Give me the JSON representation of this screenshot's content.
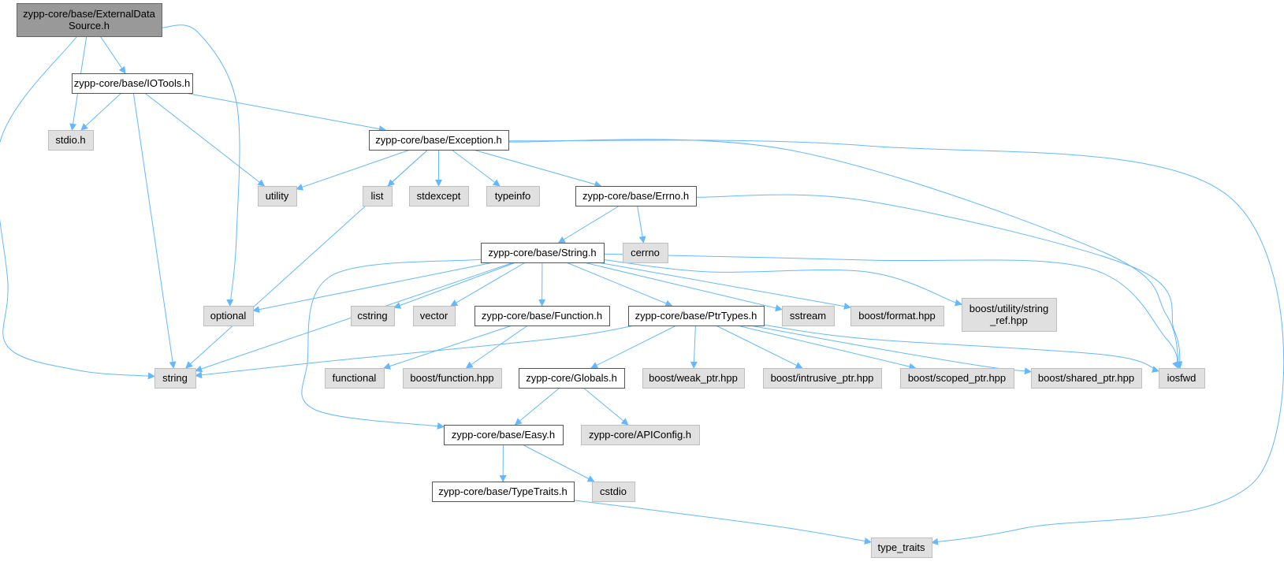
{
  "colors": {
    "root_fill": "#999999",
    "root_stroke": "#666666",
    "project_fill": "#ffffff",
    "project_stroke": "#555555",
    "system_fill": "#e0e0e0",
    "system_stroke": "#bfbfbf",
    "edge": "#63b8ff"
  },
  "nodes": {
    "external_data_source": {
      "kind": "root",
      "lines": [
        "zypp-core/base/ExternalData",
        "Source.h"
      ]
    },
    "iotools": {
      "kind": "project",
      "lines": [
        "zypp-core/base/IOTools.h"
      ]
    },
    "stdio_h": {
      "kind": "system",
      "lines": [
        "stdio.h"
      ]
    },
    "exception": {
      "kind": "project",
      "lines": [
        "zypp-core/base/Exception.h"
      ]
    },
    "utility": {
      "kind": "system",
      "lines": [
        "utility"
      ]
    },
    "list": {
      "kind": "system",
      "lines": [
        "list"
      ]
    },
    "stdexcept": {
      "kind": "system",
      "lines": [
        "stdexcept"
      ]
    },
    "typeinfo": {
      "kind": "system",
      "lines": [
        "typeinfo"
      ]
    },
    "errno": {
      "kind": "project",
      "lines": [
        "zypp-core/base/Errno.h"
      ]
    },
    "cerrno": {
      "kind": "system",
      "lines": [
        "cerrno"
      ]
    },
    "string_h": {
      "kind": "project",
      "lines": [
        "zypp-core/base/String.h"
      ]
    },
    "optional": {
      "kind": "system",
      "lines": [
        "optional"
      ]
    },
    "cstring": {
      "kind": "system",
      "lines": [
        "cstring"
      ]
    },
    "vector": {
      "kind": "system",
      "lines": [
        "vector"
      ]
    },
    "function_h": {
      "kind": "project",
      "lines": [
        "zypp-core/base/Function.h"
      ]
    },
    "ptrtypes": {
      "kind": "project",
      "lines": [
        "zypp-core/base/PtrTypes.h"
      ]
    },
    "sstream": {
      "kind": "system",
      "lines": [
        "sstream"
      ]
    },
    "boost_format": {
      "kind": "system",
      "lines": [
        "boost/format.hpp"
      ]
    },
    "boost_string_ref": {
      "kind": "system",
      "lines": [
        "boost/utility/string",
        "_ref.hpp"
      ]
    },
    "string": {
      "kind": "system",
      "lines": [
        "string"
      ]
    },
    "functional": {
      "kind": "system",
      "lines": [
        "functional"
      ]
    },
    "boost_function": {
      "kind": "system",
      "lines": [
        "boost/function.hpp"
      ]
    },
    "globals": {
      "kind": "project",
      "lines": [
        "zypp-core/Globals.h"
      ]
    },
    "boost_weak_ptr": {
      "kind": "system",
      "lines": [
        "boost/weak_ptr.hpp"
      ]
    },
    "boost_intrusive_ptr": {
      "kind": "system",
      "lines": [
        "boost/intrusive_ptr.hpp"
      ]
    },
    "boost_scoped_ptr": {
      "kind": "system",
      "lines": [
        "boost/scoped_ptr.hpp"
      ]
    },
    "boost_shared_ptr": {
      "kind": "system",
      "lines": [
        "boost/shared_ptr.hpp"
      ]
    },
    "iosfwd": {
      "kind": "system",
      "lines": [
        "iosfwd"
      ]
    },
    "easy": {
      "kind": "project",
      "lines": [
        "zypp-core/base/Easy.h"
      ]
    },
    "apiconfig": {
      "kind": "system",
      "lines": [
        "zypp-core/APIConfig.h"
      ]
    },
    "typetraits_h": {
      "kind": "project",
      "lines": [
        "zypp-core/base/TypeTraits.h"
      ]
    },
    "cstdio": {
      "kind": "system",
      "lines": [
        "cstdio"
      ]
    },
    "type_traits": {
      "kind": "system",
      "lines": [
        "type_traits"
      ]
    }
  },
  "edges": [
    [
      "external_data_source",
      "iotools"
    ],
    [
      "external_data_source",
      "stdio_h"
    ],
    [
      "external_data_source",
      "string"
    ],
    [
      "external_data_source",
      "optional"
    ],
    [
      "iotools",
      "stdio_h"
    ],
    [
      "iotools",
      "string"
    ],
    [
      "iotools",
      "utility"
    ],
    [
      "iotools",
      "exception"
    ],
    [
      "exception",
      "utility"
    ],
    [
      "exception",
      "string"
    ],
    [
      "exception",
      "list"
    ],
    [
      "exception",
      "stdexcept"
    ],
    [
      "exception",
      "typeinfo"
    ],
    [
      "exception",
      "errno"
    ],
    [
      "exception",
      "iosfwd"
    ],
    [
      "exception",
      "type_traits"
    ],
    [
      "errno",
      "string_h"
    ],
    [
      "errno",
      "cerrno"
    ],
    [
      "errno",
      "iosfwd"
    ],
    [
      "string_h",
      "optional"
    ],
    [
      "string_h",
      "string"
    ],
    [
      "string_h",
      "cstring"
    ],
    [
      "string_h",
      "vector"
    ],
    [
      "string_h",
      "function_h"
    ],
    [
      "string_h",
      "ptrtypes"
    ],
    [
      "string_h",
      "sstream"
    ],
    [
      "string_h",
      "boost_format"
    ],
    [
      "string_h",
      "boost_string_ref"
    ],
    [
      "string_h",
      "iosfwd"
    ],
    [
      "string_h",
      "easy"
    ],
    [
      "function_h",
      "functional"
    ],
    [
      "function_h",
      "boost_function"
    ],
    [
      "ptrtypes",
      "string"
    ],
    [
      "ptrtypes",
      "globals"
    ],
    [
      "ptrtypes",
      "boost_weak_ptr"
    ],
    [
      "ptrtypes",
      "boost_intrusive_ptr"
    ],
    [
      "ptrtypes",
      "boost_scoped_ptr"
    ],
    [
      "ptrtypes",
      "boost_shared_ptr"
    ],
    [
      "ptrtypes",
      "iosfwd"
    ],
    [
      "globals",
      "easy"
    ],
    [
      "globals",
      "apiconfig"
    ],
    [
      "easy",
      "typetraits_h"
    ],
    [
      "easy",
      "cstdio"
    ],
    [
      "typetraits_h",
      "type_traits"
    ]
  ]
}
